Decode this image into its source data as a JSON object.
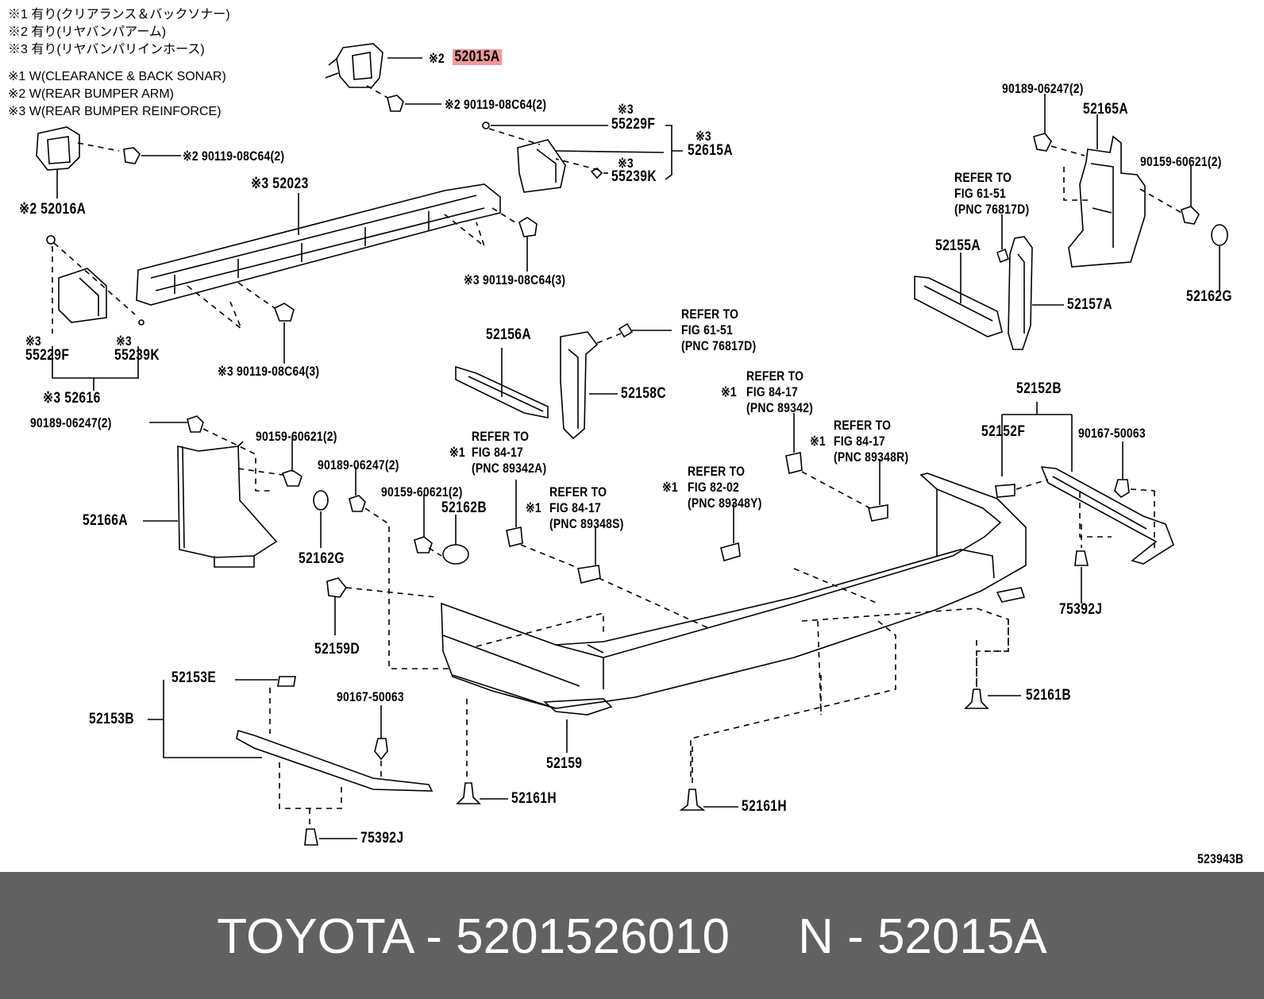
{
  "notes": {
    "jp": [
      "※1 有り(クリアランス＆バックソナー)",
      "※2 有り(リヤバンパアーム)",
      "※3 有り(リヤバンパリインホース)"
    ],
    "en": [
      "※1 W(CLEARANCE & BACK SONAR)",
      "※2 W(REAR BUMPER ARM)",
      "※3 W(REAR BUMPER REINFORCE)"
    ]
  },
  "labels": {
    "l52015a_mark": "※2",
    "l52015a": "52015A",
    "l90119_top": "※2 90119-08C64(2)",
    "l90119_left": "※2 90119-08C64(2)",
    "l52016a": "※2 52016A",
    "l55229f_top_mark": "※3",
    "l55229f_top": "55229F",
    "l52615a_mark": "※3",
    "l52615a": "52615A",
    "l55239k_top_mark": "※3",
    "l55239k_top": "55239K",
    "l52023": "※3 52023",
    "l90119_mid": "※3 90119-08C64(3)",
    "l90119_low": "※3 90119-08C64(3)",
    "l55229f_left_mark": "※3",
    "l55229f_left": "55229F",
    "l55239k_left_mark": "※3",
    "l55239k_left": "55239K",
    "l52616": "※3 52616",
    "l90189_left": "90189-06247(2)",
    "l90159_left": "90159-60621(2)",
    "l52166a": "52166A",
    "l52162g_left": "52162G",
    "l90189_mid": "90189-06247(2)",
    "l90159_mid": "90159-60621(2)",
    "l52162b": "52162B",
    "l52159d": "52159D",
    "l52156a": "52156A",
    "l52158c": "52158C",
    "ref_fig61_mid": [
      "REFER TO",
      "FIG 61-51",
      "(PNC 76817D)"
    ],
    "ref_fig84_a": [
      "REFER TO",
      "FIG 84-17",
      "(PNC 89342A)"
    ],
    "ref_fig84_a_mark": "※1",
    "ref_fig84_s": [
      "REFER TO",
      "FIG 84-17",
      "(PNC 89348S)"
    ],
    "ref_fig84_s_mark": "※1",
    "ref_fig82": [
      "REFER TO",
      "FIG 82-02",
      "(PNC 89348Y)"
    ],
    "ref_fig82_mark": "※1",
    "ref_fig84_2": [
      "REFER TO",
      "FIG 84-17",
      "(PNC 89342)"
    ],
    "ref_fig84_2_mark": "※1",
    "ref_fig84_r": [
      "REFER TO",
      "FIG 84-17",
      "(PNC 89348R)"
    ],
    "ref_fig84_r_mark": "※1",
    "ref_fig61_right": [
      "REFER TO",
      "FIG 61-51",
      "(PNC 76817D)"
    ],
    "l90189_right": "90189-06247(2)",
    "l52165a": "52165A",
    "l90159_right": "90159-60621(2)",
    "l52155a": "52155A",
    "l52157a": "52157A",
    "l52162g_right": "52162G",
    "l52152b": "52152B",
    "l52152f": "52152F",
    "l90167_right": "90167-50063",
    "l75392j_right": "75392J",
    "l52161b": "52161B",
    "l52153e": "52153E",
    "l52153b": "52153B",
    "l90167_left": "90167-50063",
    "l52159": "52159",
    "l52161h_a": "52161H",
    "l52161h_b": "52161H",
    "l75392j_left": "75392J",
    "diagram_code": "523943B"
  },
  "footer": {
    "text": "TOYOTA - 5201526010     N - 52015A"
  },
  "colors": {
    "highlight": "#f09a9a",
    "footer_bg": "#616161",
    "footer_text": "#ffffff",
    "ink": "#000000"
  }
}
